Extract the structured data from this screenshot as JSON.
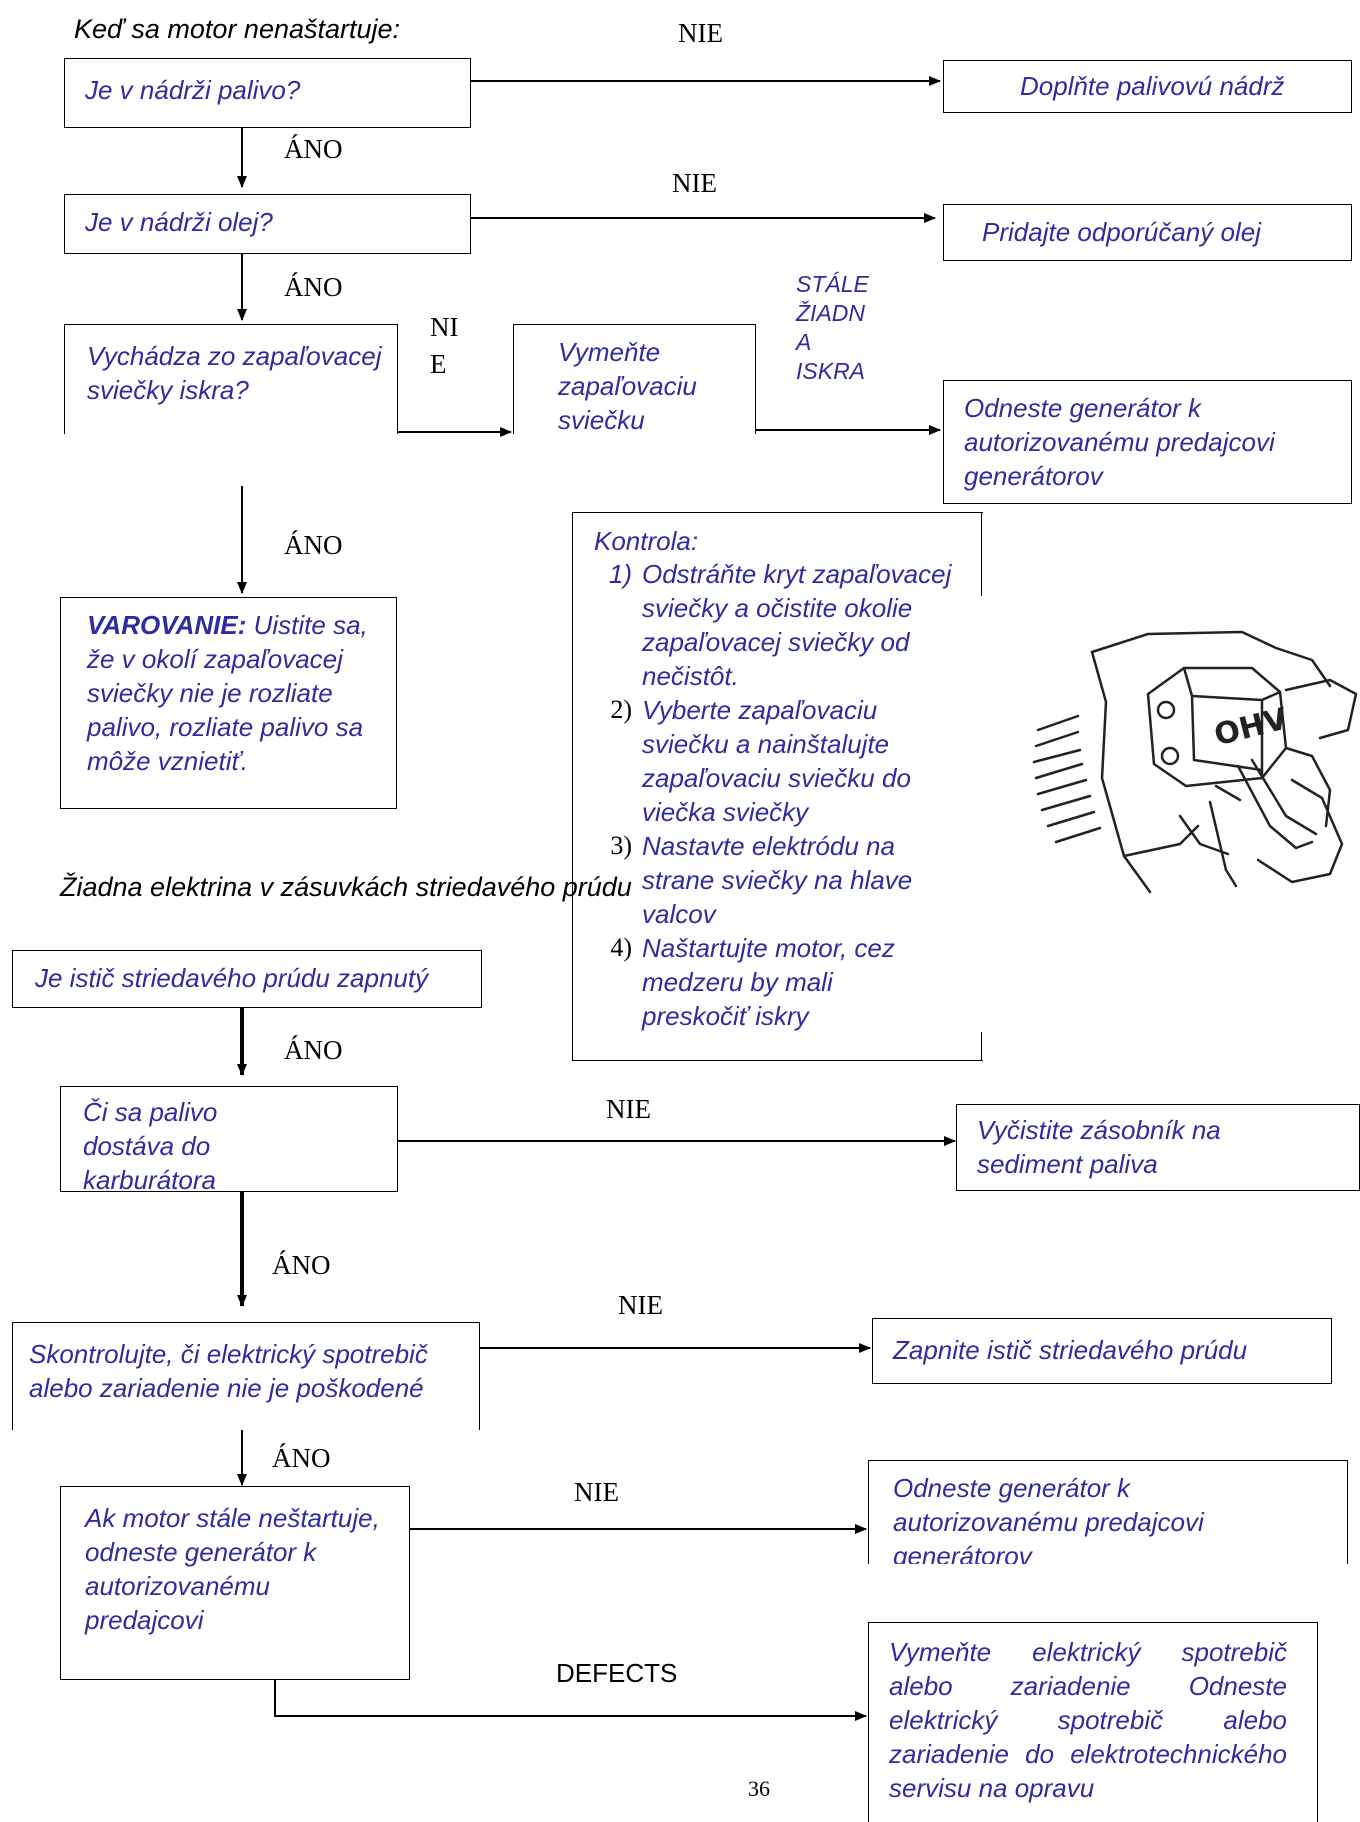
{
  "section1_title": "Keď sa motor nenaštartuje:",
  "section2_title": "Žiadna elektrina v zásuvkách striedavého prúdu",
  "labels": {
    "nie": "NIE",
    "ano": "ÁNO",
    "ni": "NI",
    "e": "E",
    "defects": "DEFECTS"
  },
  "still_no_spark": [
    "STÁLE",
    "ŽIADN",
    "A",
    "ISKRA"
  ],
  "flow1": {
    "q_fuel": "Je v nádrži palivo?",
    "a_fuel": "Doplňte palivovú nádrž",
    "q_oil": "Je v nádrži olej?",
    "a_oil": "Pridajte odporúčaný olej",
    "q_spark": "Vychádza zo zapaľovacej sviečky iskra?",
    "a_replace_plug": "Vymeňte zapaľovaciu sviečku",
    "a_dealer": "Odneste generátor k autorizovanému predajcovi generátorov",
    "warning_title": "VAROVANIE:",
    "warning_text": " Uistite sa, že v okolí zapaľovacej sviečky nie je rozliate palivo, rozliate palivo sa môže vznietiť."
  },
  "kontrola": {
    "title": "Kontrola:",
    "items": [
      {
        "num": "1)",
        "text": "Odstráňte kryt zapaľovacej sviečky a očistite okolie zapaľovacej sviečky od nečistôt."
      },
      {
        "num": "2)",
        "text": "Vyberte zapaľovaciu sviečku a nainštalujte zapaľovaciu sviečku do viečka sviečky"
      },
      {
        "num": "3)",
        "text": "Nastavte elektródu na strane sviečky na hlave valcov"
      },
      {
        "num": "4)",
        "text": "Naštartujte motor, cez medzeru by mali preskočiť iskry"
      }
    ]
  },
  "flow2": {
    "q_breaker": "Je istič striedavého prúdu zapnutý",
    "q_carb": "Či sa palivo dostáva do karburátora",
    "a_sediment": "Vyčistite zásobník na sediment paliva",
    "q_appliance": "Skontrolujte, či elektrický spotrebič alebo zariadenie nie je poškodené",
    "a_breaker_on": "Zapnite istič striedavého prúdu",
    "q_still": "Ak motor stále neštartuje, odneste generátor k autorizovanému predajcovi",
    "a_dealer2": "Odneste generátor k autorizovanému predajcovi generátorov",
    "a_defects": "Vymeňte elektrický spotrebič alebo zariadenie Odneste elektrický spotrebič alebo zariadenie do elektrotechnického servisu na opravu"
  },
  "page_number": "36",
  "engine_label": "OHV",
  "colors": {
    "text_blue": "#2e2c9e",
    "line": "#000000"
  }
}
